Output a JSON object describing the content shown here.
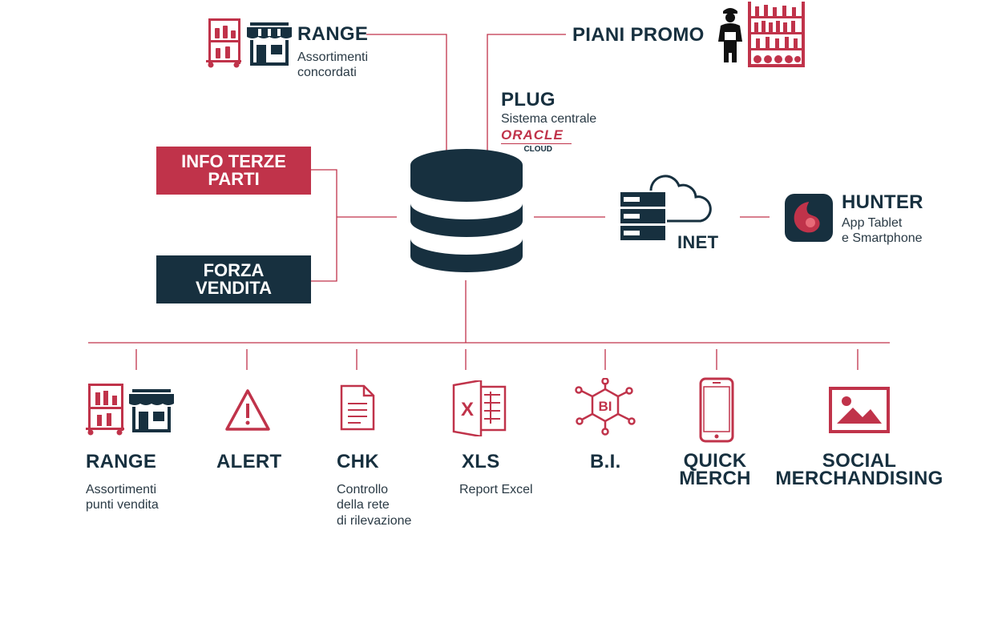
{
  "top_left": {
    "title": "RANGE",
    "subtitle_line1": "Assortimenti",
    "subtitle_line2": "concordati",
    "icon_names": [
      "shop-cart-icon",
      "store-icon"
    ]
  },
  "top_right": {
    "title": "PIANI PROMO",
    "icon_names": [
      "promoter-woman-icon",
      "shelf-icon"
    ]
  },
  "plug": {
    "title": "PLUG",
    "subtitle": "Sistema centrale",
    "logo_text": "ORACLE",
    "logo_sub": "CLOUD"
  },
  "boxes": [
    {
      "line1": "INFO TERZE",
      "line2": "PARTI",
      "color": "#c0334a"
    },
    {
      "line1": "FORZA",
      "line2": "VENDITA",
      "color": "#17303f"
    }
  ],
  "inet": {
    "title": "INET",
    "icon_name": "server-cloud-icon"
  },
  "hunter": {
    "title": "HUNTER",
    "subtitle_line1": "App Tablet",
    "subtitle_line2": "e Smartphone",
    "icon_name": "hunter-app-icon"
  },
  "bottom": [
    {
      "title": "RANGE",
      "sub1": "Assortimenti",
      "sub2": "punti vendita",
      "sub3": "",
      "icon": "shop-cart-store-icon"
    },
    {
      "title": "ALERT",
      "icon": "warning-icon"
    },
    {
      "title": "CHK",
      "sub1": "Controllo",
      "sub2": "della rete",
      "sub3": "di rilevazione",
      "icon": "document-icon"
    },
    {
      "title": "XLS",
      "sub1": "Report Excel",
      "icon": "excel-icon"
    },
    {
      "title": "B.I.",
      "icon": "bi-network-icon"
    },
    {
      "title1": "QUICK",
      "title2": "MERCH",
      "icon": "smartphone-icon"
    },
    {
      "title1": "SOCIAL",
      "title2": "MERCHANDISING",
      "icon": "image-icon"
    }
  ],
  "colors": {
    "navy": "#17303f",
    "red": "#c0334a"
  }
}
